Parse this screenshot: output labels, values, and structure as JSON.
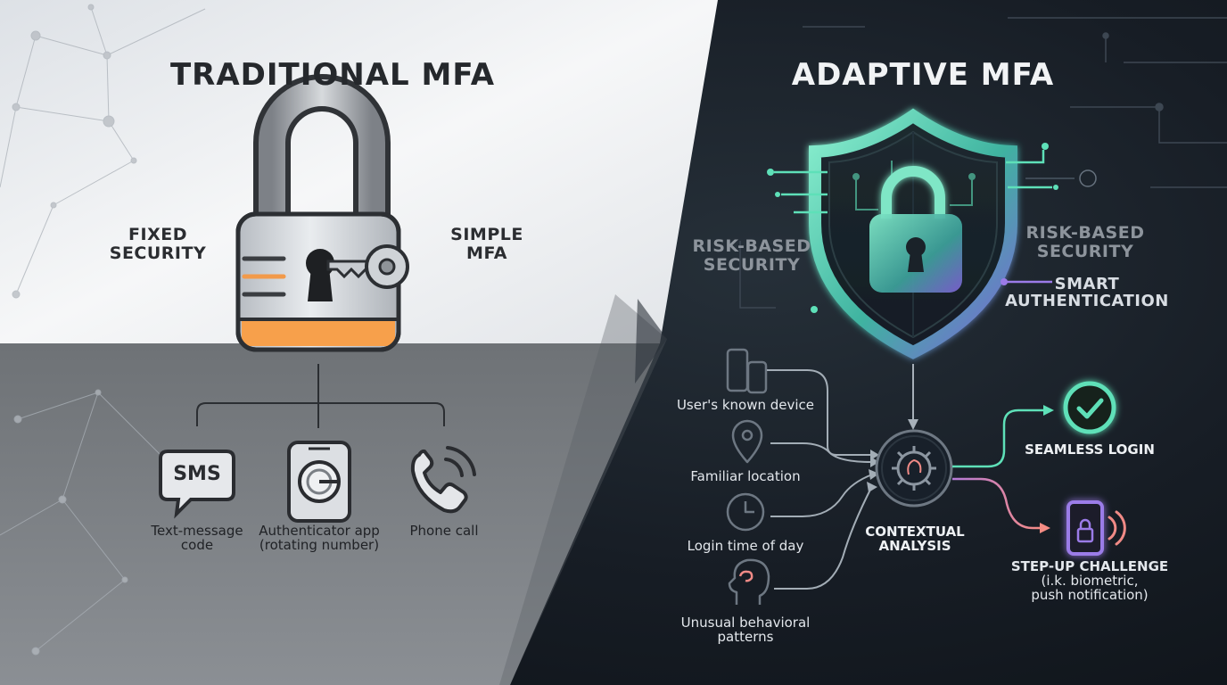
{
  "traditional": {
    "title": "TRADITIONAL MFA",
    "left_label": [
      "FIXED",
      "SECURITY"
    ],
    "right_label": [
      "SIMPLE",
      "MFA"
    ],
    "methods": [
      {
        "icon": "sms-bubble-icon",
        "badge": "SMS",
        "label": [
          "Text-message",
          "code"
        ]
      },
      {
        "icon": "authenticator-app-icon",
        "label": [
          "Authenticator app",
          "(rotating number)"
        ]
      },
      {
        "icon": "phone-icon",
        "label": [
          "Phone call"
        ]
      }
    ]
  },
  "adaptive": {
    "title": "ADAPTIVE MFA",
    "left_label": [
      "RISK-BASED",
      "SECURITY"
    ],
    "right_label": [
      "RISK-BASED",
      "SECURITY"
    ],
    "right_label_2": [
      "SMART",
      "AUTHENTICATION"
    ],
    "signals": [
      {
        "icon": "devices-icon",
        "label": [
          "User's known device"
        ]
      },
      {
        "icon": "location-pin-icon",
        "label": [
          "Familiar location"
        ]
      },
      {
        "icon": "clock-icon",
        "label": [
          "Login time of day"
        ]
      },
      {
        "icon": "brain-head-icon",
        "label": [
          "Unusual behavioral",
          "patterns"
        ]
      }
    ],
    "analysis": {
      "icon": "gear-brain-icon",
      "label": [
        "CONTEXTUAL",
        "ANALYSIS"
      ]
    },
    "outcomes": [
      {
        "icon": "check-circle-icon",
        "label": [
          "SEAMLESS LOGIN"
        ]
      },
      {
        "icon": "phone-lock-icon",
        "label": [
          "STEP-UP CHALLENGE",
          "(i.k. biometric,",
          "push notification)"
        ]
      }
    ]
  },
  "colors": {
    "teal": "#5ee0b8",
    "violet": "#9b7be8",
    "coral": "#f08a86",
    "orange": "#f6a04a"
  }
}
